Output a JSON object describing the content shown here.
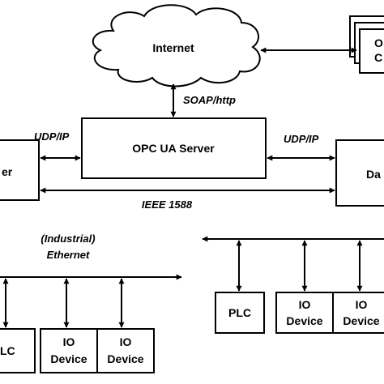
{
  "nodes": {
    "internet": "Internet",
    "opc_server": "OPC UA Server",
    "left_box": "er",
    "right_box": "Da",
    "client_line1": "O",
    "client_line2": "C",
    "plc_left": "LC",
    "plc_right": "PLC",
    "io_device_line1": "IO",
    "io_device_line2": "Device"
  },
  "links": {
    "soap": "SOAP/http",
    "udp_left": "UDP/IP",
    "udp_right": "UDP/IP",
    "ieee": "IEEE 1588",
    "ethernet_line1": "(Industrial)",
    "ethernet_line2": "Ethernet"
  }
}
